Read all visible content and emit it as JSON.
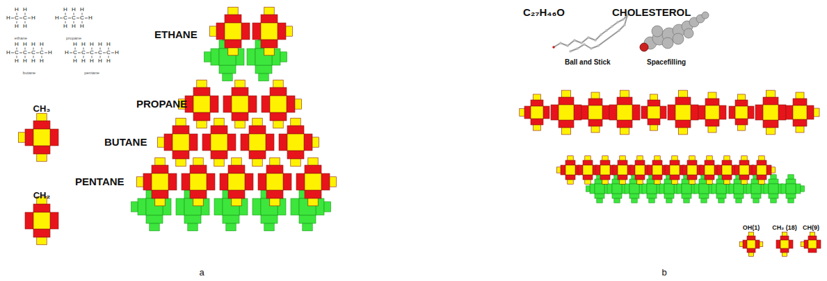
{
  "diagram": {
    "labels": [
      "H",
      "H",
      "H",
      "C",
      "C",
      "H",
      "H",
      "H",
      "ethane",
      "H",
      "H",
      "H",
      "H",
      "C",
      "C",
      "C",
      "H",
      "H",
      "H",
      "H",
      "propane",
      "H",
      "H",
      "H",
      "H",
      "H",
      "C",
      "C",
      "C",
      "C",
      "H",
      "H",
      "H",
      "H",
      "H",
      "butane",
      "H",
      "H",
      "H",
      "H",
      "H",
      "H",
      "C",
      "C",
      "C",
      "C",
      "C",
      "H",
      "H",
      "H",
      "H",
      "H",
      "H",
      "pentane",
      "ETHANE",
      "PROPANE",
      "BUTANE",
      "PENTANE",
      "CH₃",
      "CH₂",
      "C₂₇H₄₆O",
      "CHOLESTEROL",
      "Ball and Stick",
      "Spacefilling",
      "OH(1)",
      "CH₂ (18)",
      "CH(9)",
      "a",
      "b"
    ]
  }
}
